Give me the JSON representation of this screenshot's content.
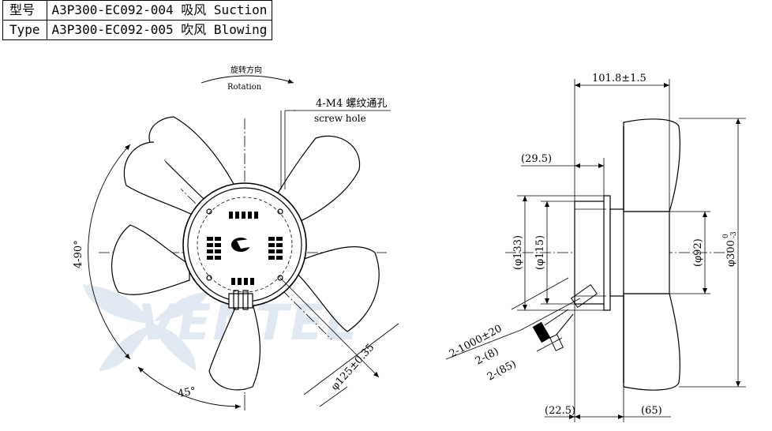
{
  "type_table": {
    "rows": [
      {
        "label": "型号",
        "value": "A3P300-EC092-004 吸风 Suction"
      },
      {
        "label": "Type",
        "value": "A3P300-EC092-005 吹风 Blowing"
      }
    ]
  },
  "front_view": {
    "rotation_cn": "旋转方向",
    "rotation_en": "Rotation",
    "screw_hole_cn": "4-M4 螺纹通孔",
    "screw_hole_en": "screw hole",
    "angle_range": "4-90°",
    "angle_45": "45°",
    "bolt_circle": "φ125±0.35"
  },
  "side_view": {
    "depth": "101.8±1.5",
    "flange_offset": "(29.5)",
    "dia_133": "(φ133)",
    "dia_115": "(φ115)",
    "dia_92": "(φ92)",
    "dia_300": "φ300",
    "dia_300_tol_upper": "0",
    "dia_300_tol_lower": "-3",
    "cable_length": "2-1000±20",
    "cable_8": "2-(8)",
    "cable_85": "2-(85)",
    "bottom_left": "(22.5)",
    "bottom_right": "(65)"
  },
  "watermark": "VENTEL",
  "colors": {
    "line": "#000000",
    "watermark": "#c8d8e6"
  }
}
